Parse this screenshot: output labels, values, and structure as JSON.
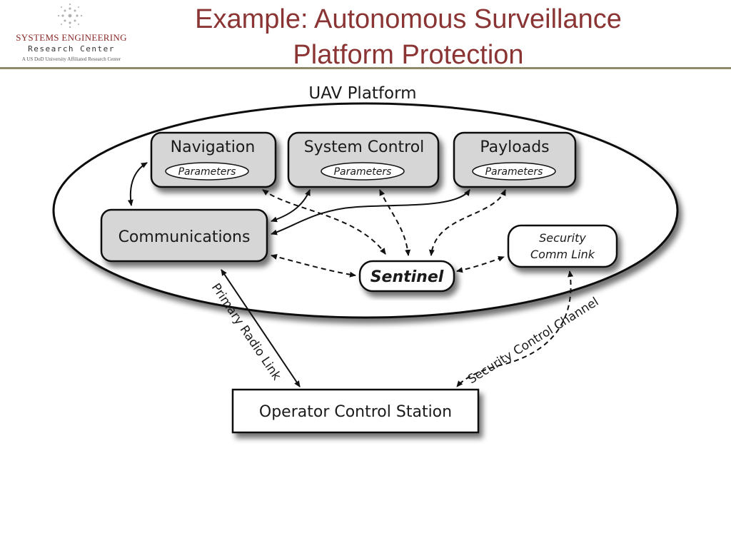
{
  "slide": {
    "title_line1": "Example: Autonomous Surveillance",
    "title_line2": "Platform Protection"
  },
  "logo": {
    "org_line1": "SYSTEMS ENGINEERING",
    "org_line2": "Research Center",
    "org_line3": "A US DoD University Affiliated Research Center"
  },
  "diagram": {
    "platform_label": "UAV Platform",
    "navigation": {
      "title": "Navigation",
      "param": "Parameters"
    },
    "system_control": {
      "title": "System Control",
      "param": "Parameters"
    },
    "payloads": {
      "title": "Payloads",
      "param": "Parameters"
    },
    "communications": "Communications",
    "sentinel": "Sentinel",
    "security_comm_link_line1": "Security",
    "security_comm_link_line2": "Comm Link",
    "operator_station": "Operator Control Station",
    "primary_radio_link": "Primary Radio Link",
    "security_control_channel": "Security Control Channel"
  }
}
